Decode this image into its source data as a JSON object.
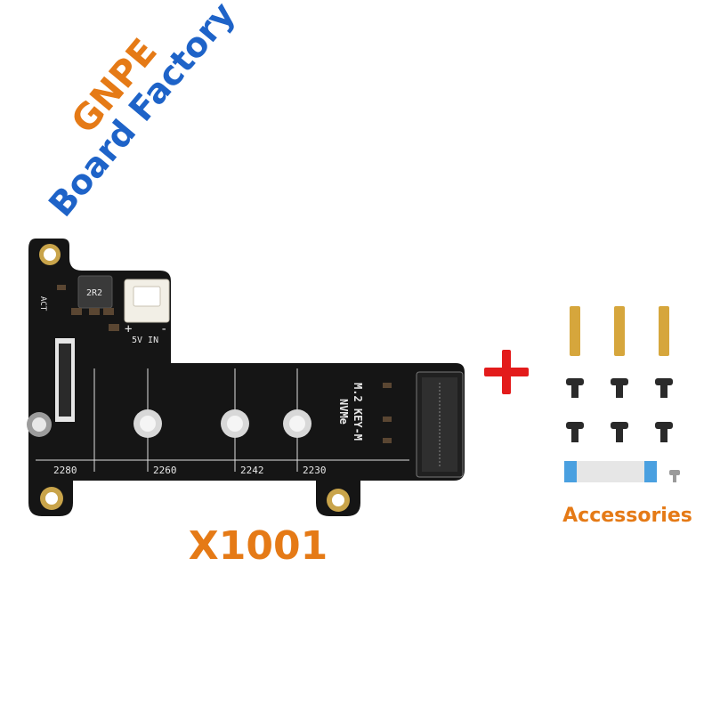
{
  "brand": {
    "line1": "GNPE",
    "line2": "Board Factory",
    "color1": "#e57a16",
    "color2": "#1e63c8"
  },
  "product": {
    "name": "X1001",
    "name_color": "#e57a16",
    "board_color": "#151515",
    "silkscreen": {
      "act": "ACT",
      "inductor": "2R2",
      "power": "5V IN",
      "title_line1": "M.2 KEY-M",
      "title_line2": "NVMe",
      "slot_2280": "2280",
      "slot_2260": "2260",
      "slot_2242": "2242",
      "slot_2230": "2230"
    }
  },
  "accessories": {
    "label": "Accessories",
    "label_color": "#e57a16",
    "items": [
      "brass-standoff",
      "brass-standoff",
      "brass-standoff",
      "black-screw",
      "black-screw",
      "black-screw",
      "black-screw",
      "black-screw",
      "black-screw",
      "ffc-cable",
      "small-screw"
    ]
  },
  "plus_color": "#e31b1b"
}
